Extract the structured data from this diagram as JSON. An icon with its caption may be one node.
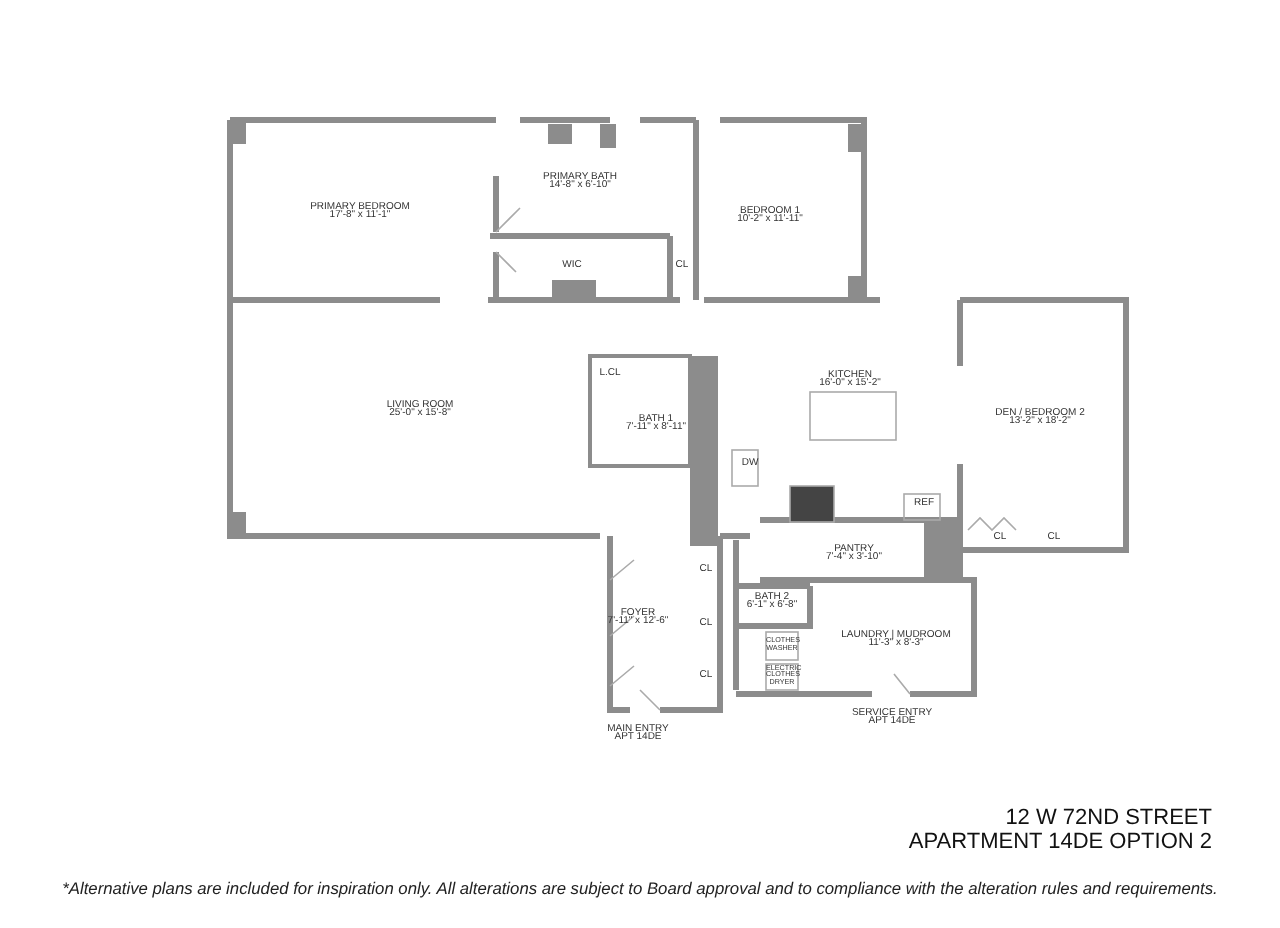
{
  "diagram": {
    "caption": "*Alternative plans are included for inspiration only. All alterations are subject to Board approval and to compliance with the alteration rules and requirements.",
    "labels": [
      "PRIMARY BATH",
      "14'-8\" x 6'-10\"",
      "PRIMARY BEDROOM",
      "17'-8\" x 11'-1\"",
      "BEDROOM 1",
      "10'-2\" x 11'-11\"",
      "WIC",
      "CL",
      "L.CL",
      "KITCHEN",
      "16'-0\" x 15'-2\"",
      "LIVING ROOM",
      "25'-0\" x 15'-8\"",
      "BATH 1",
      "7'-11\" x 8'-11\"",
      "DEN / BEDROOM 2",
      "13'-2\" x 18'-2\"",
      "DW",
      "REF",
      "CL",
      "CL",
      "PANTRY",
      "7'-4\" x 3'-10\"",
      "CL",
      "BATH 2",
      "6'-1\" x 6'-8\"",
      "FOYER",
      "7'-11\" x 12'-6\"",
      "CL",
      "LAUNDRY | MUDROOM",
      "11'-3\" x 8'-3\"",
      "CLOTHES WASHER",
      "ELECTRIC CLOTHES DRYER",
      "CL",
      "SERVICE ENTRY",
      "APT 14DE",
      "MAIN ENTRY",
      "APT 14DE",
      "12 W 72ND STREET",
      "APARTMENT 14DE OPTION 2"
    ]
  }
}
